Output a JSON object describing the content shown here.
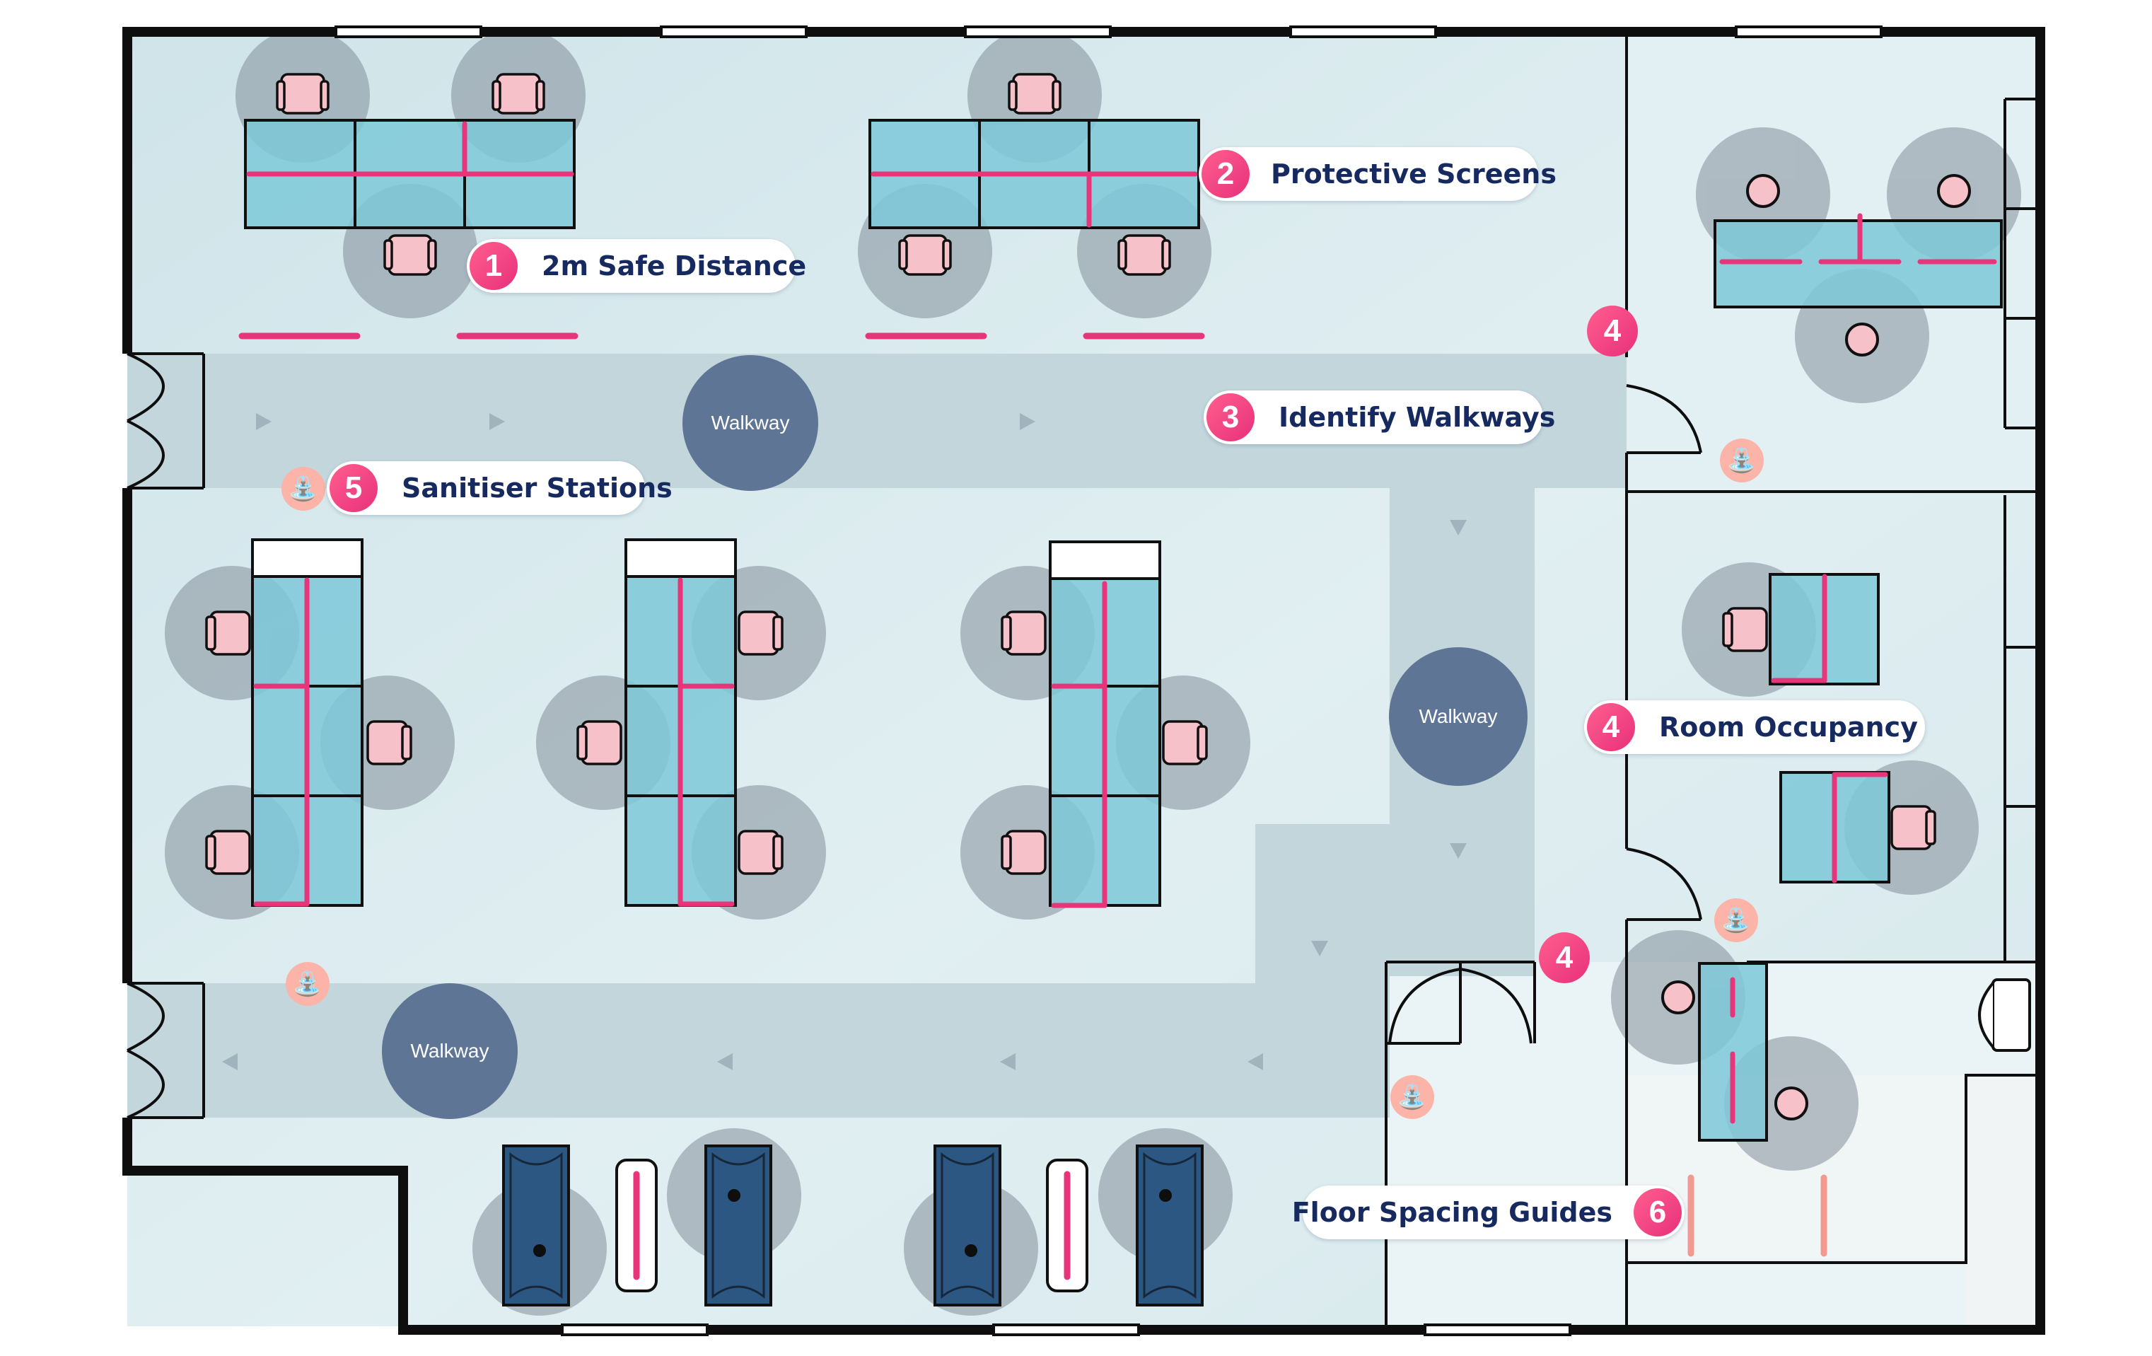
{
  "callouts": [
    {
      "number": "1",
      "label": "2m Safe Distance"
    },
    {
      "number": "2",
      "label": "Protective Screens"
    },
    {
      "number": "3",
      "label": "Identify Walkways"
    },
    {
      "number": "4",
      "label": "Room Occupancy"
    },
    {
      "number": "5",
      "label": "Sanitiser Stations"
    },
    {
      "number": "6",
      "label": "Floor Spacing Guides"
    }
  ],
  "door_badges": [
    "4",
    "4"
  ],
  "walkway_label": "Walkway",
  "colors": {
    "floor": "#d3e6ea",
    "walkway_band": "#bfd4da",
    "wall": "#0e0e0e",
    "desk": "#7ec8d8",
    "screen": "#e8357a",
    "chair": "#f6c1c9",
    "distance_circle": "#7f8a96",
    "walkway_circle": "#5f7596",
    "dark_desk": "#2c5783",
    "sanitiser": "#fbb4a7"
  },
  "icons": {
    "sanitiser": "hand-sanitiser-icon",
    "chair": "chair-icon",
    "arrow": "arrow-icon"
  }
}
